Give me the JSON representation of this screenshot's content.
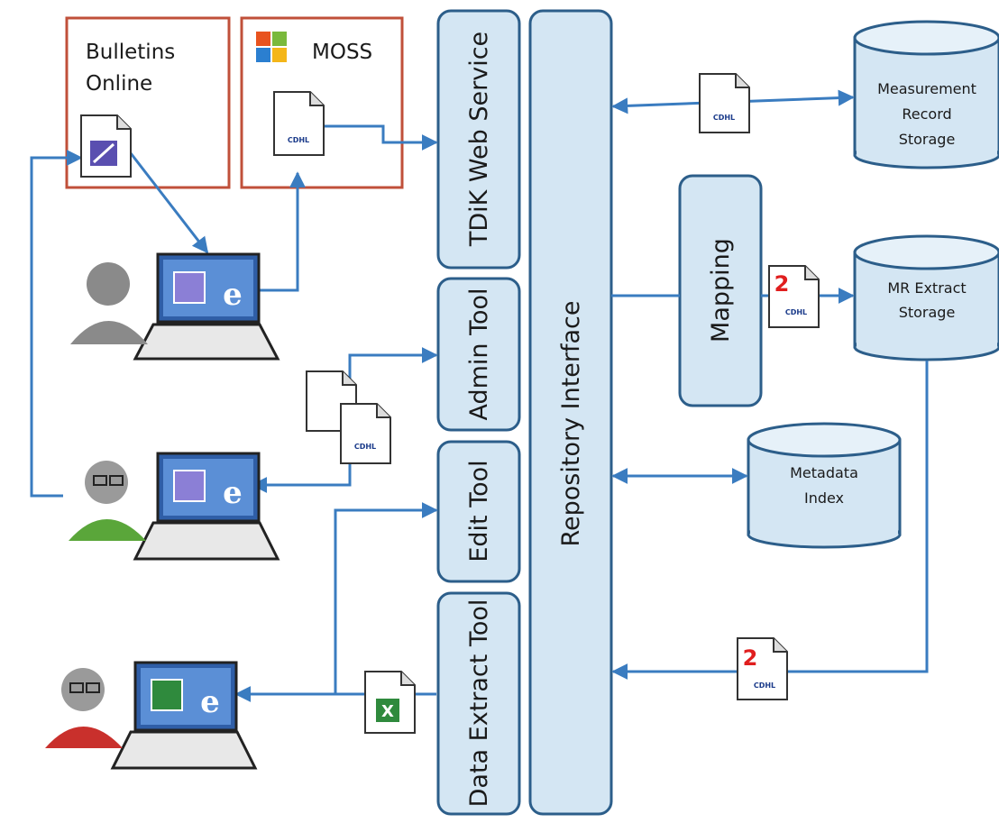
{
  "services": {
    "tdik_web_service": "TDiK Web Service",
    "admin_tool": "Admin Tool",
    "edit_tool": "Edit Tool",
    "data_extract_tool": "Data Extract Tool",
    "repository_interface": "Repository Interface",
    "mapping": "Mapping"
  },
  "sources": {
    "bulletins_online_line1": "Bulletins",
    "bulletins_online_line2": "Online",
    "moss": "MOSS"
  },
  "storage": {
    "measurement_line1": "Measurement",
    "measurement_line2": "Record",
    "measurement_line3": "Storage",
    "mr_extract_line1": "MR Extract",
    "mr_extract_line2": "Storage",
    "metadata_line1": "Metadata",
    "metadata_line2": "Index"
  },
  "document_badges": {
    "numbered_2a": "2",
    "numbered_2b": "2"
  },
  "colors": {
    "box_fill": "#d4e6f3",
    "box_stroke": "#2c5e8a",
    "connector": "#3a7cc0",
    "source_frame": "#c0503a",
    "badge_red": "#e01e1e"
  },
  "icons": [
    "document-icon",
    "laptop-icon",
    "user-icon",
    "moss-logo-icon",
    "excel-icon",
    "ie-icon"
  ]
}
